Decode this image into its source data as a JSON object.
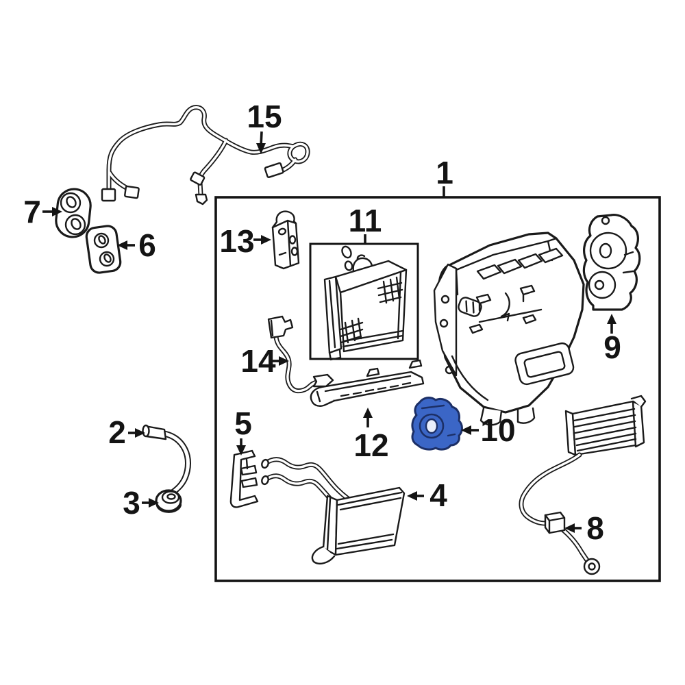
{
  "diagram": {
    "type": "exploded-parts-diagram",
    "subject": "air-conditioning-evaporator-and-heater-components",
    "background_color": "#ffffff",
    "line_color": "#1a1a1a",
    "highlight_color": "#3b66c6",
    "highlight_outline_color": "#1c2f66",
    "highlighted_callout": "10"
  },
  "callouts": [
    {
      "id": 1,
      "label": "1"
    },
    {
      "id": 2,
      "label": "2"
    },
    {
      "id": 3,
      "label": "3"
    },
    {
      "id": 4,
      "label": "4"
    },
    {
      "id": 5,
      "label": "5"
    },
    {
      "id": 6,
      "label": "6"
    },
    {
      "id": 7,
      "label": "7"
    },
    {
      "id": 8,
      "label": "8"
    },
    {
      "id": 9,
      "label": "9"
    },
    {
      "id": 10,
      "label": "10"
    },
    {
      "id": 11,
      "label": "11"
    },
    {
      "id": 12,
      "label": "12"
    },
    {
      "id": 13,
      "label": "13"
    },
    {
      "id": 14,
      "label": "14"
    },
    {
      "id": 15,
      "label": "15"
    }
  ]
}
